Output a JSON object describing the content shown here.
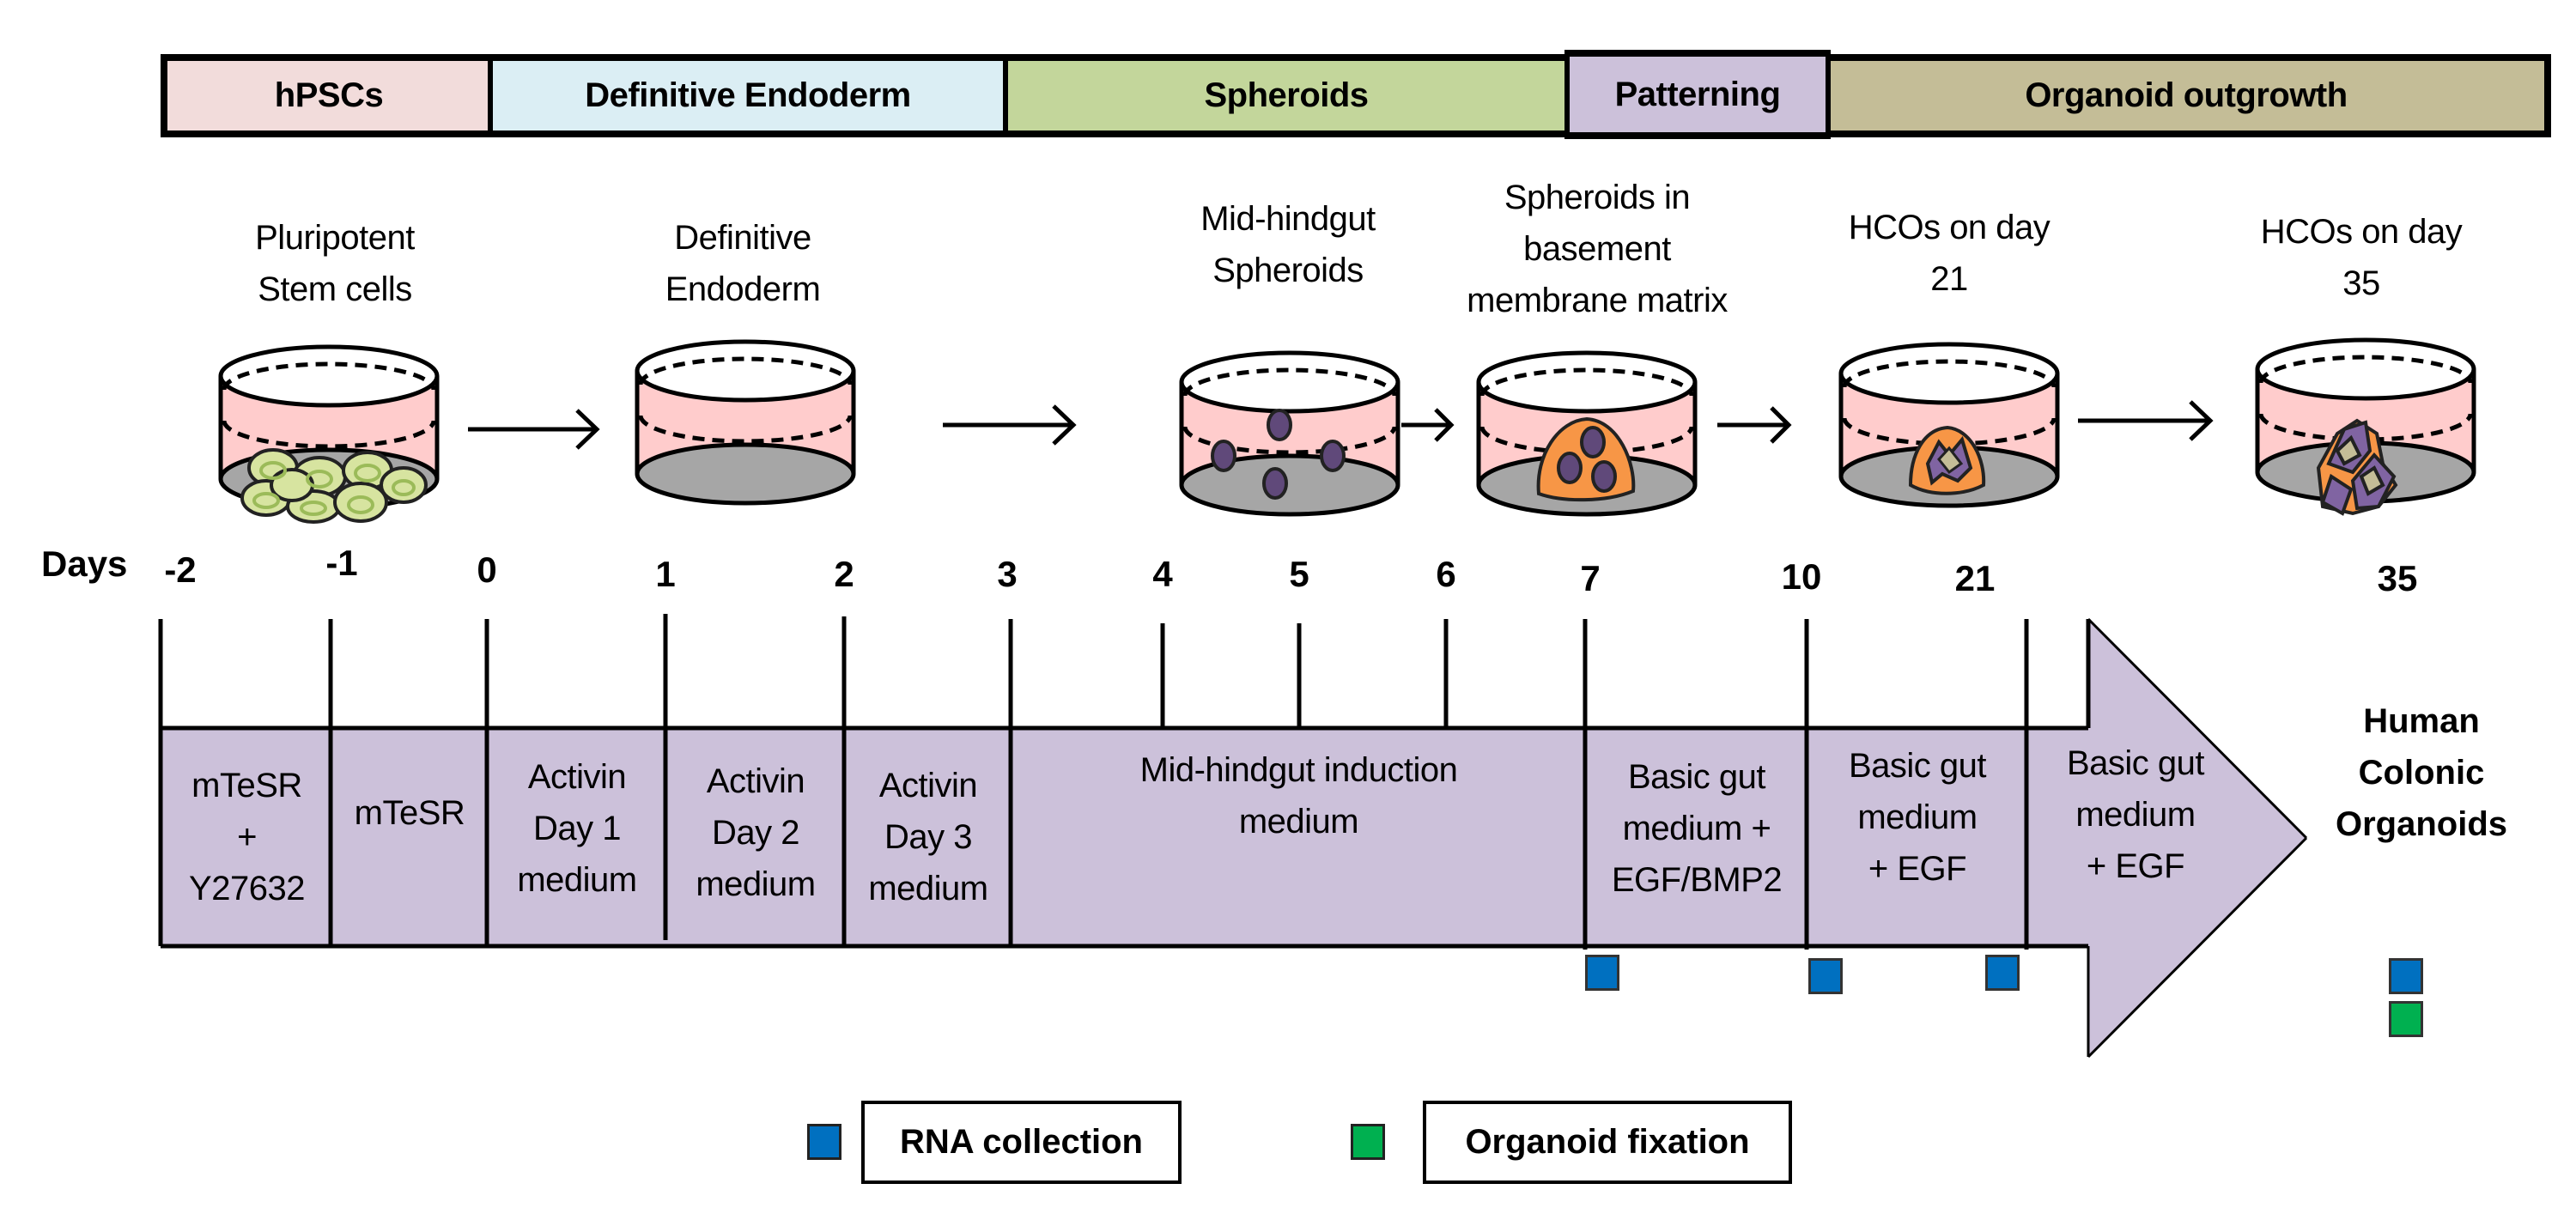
{
  "colors": {
    "hpscs": "#f2dcdb",
    "definitive_endoderm": "#dbeef4",
    "spheroids": "#c3d69b",
    "patterning": "#ccc1da",
    "organoid_outgrowth": "#c4bd97",
    "timeline_band": "#ccc1da",
    "medium": "#ffcccc",
    "dish_bottom": "#a6a6a6",
    "stem_cell": "#d7e4a0",
    "spheroid": "#60497a",
    "matrix": "#f79646",
    "rna_collection": "#0070c0",
    "organoid_fixation": "#00b050"
  },
  "phases": [
    {
      "label": "hPSCs"
    },
    {
      "label": "Definitive Endoderm"
    },
    {
      "label": "Spheroids"
    },
    {
      "label": "Patterning"
    },
    {
      "label": "Organoid outgrowth"
    }
  ],
  "stages": [
    {
      "line1": "Pluripotent",
      "line2": "Stem cells",
      "line3": ""
    },
    {
      "line1": "Definitive",
      "line2": "Endoderm",
      "line3": ""
    },
    {
      "line1": "Mid-hindgut",
      "line2": "Spheroids",
      "line3": ""
    },
    {
      "line1": "Spheroids in",
      "line2": "basement",
      "line3": "membrane matrix"
    },
    {
      "line1": "HCOs on day",
      "line2": "21",
      "line3": ""
    },
    {
      "line1": "HCOs on day",
      "line2": "35",
      "line3": ""
    }
  ],
  "timeline": {
    "days_label": "Days",
    "days": [
      "-2",
      "-1",
      "0",
      "1",
      "2",
      "3",
      "4",
      "5",
      "6",
      "7",
      "10",
      "21",
      "35"
    ],
    "media": [
      {
        "lines": [
          "mTeSR",
          "+",
          "Y27632"
        ]
      },
      {
        "lines": [
          "mTeSR"
        ]
      },
      {
        "lines": [
          "Activin",
          "Day 1",
          "medium"
        ]
      },
      {
        "lines": [
          "Activin",
          "Day 2",
          "medium"
        ]
      },
      {
        "lines": [
          "Activin",
          "Day 3",
          "medium"
        ]
      },
      {
        "lines": [
          "Mid-hindgut induction",
          "medium"
        ]
      },
      {
        "lines": [
          "Basic gut",
          "medium +",
          "EGF/BMP2"
        ]
      },
      {
        "lines": [
          "Basic gut",
          "medium",
          "+ EGF"
        ]
      },
      {
        "lines": [
          "Basic gut",
          "medium",
          "+ EGF"
        ]
      }
    ],
    "endpoint": {
      "line1": "Human",
      "line2": "Colonic",
      "line3": "Organoids"
    },
    "rna_collection_days": [
      "7",
      "10",
      "21",
      "35"
    ],
    "organoid_fixation_days": [
      "35"
    ]
  },
  "legend": [
    {
      "label": "RNA collection",
      "color": "#0070c0"
    },
    {
      "label": "Organoid fixation",
      "color": "#00b050"
    }
  ]
}
